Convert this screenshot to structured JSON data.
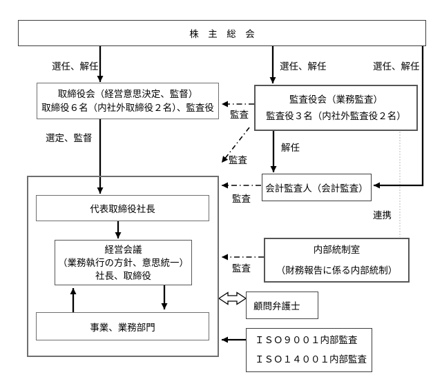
{
  "boxes": {
    "shareholders": {
      "label": "株　主　総　会"
    },
    "board": {
      "lines": [
        "取締役会（経営意思決定、監督）",
        "取締役６名（内社外取締役２名）、監査役"
      ]
    },
    "audit_board": {
      "lines": [
        "監査役会（業務監査）",
        "監査役３名（内社外監査役２名）"
      ]
    },
    "accounting_auditor": {
      "label": "会計監査人（会計監査）"
    },
    "president": {
      "label": "代表取締役社長"
    },
    "management_meeting": {
      "lines": [
        "経営会議",
        "（業務執行の方針、意思統一）",
        "社長、取締役"
      ]
    },
    "business_divisions": {
      "label": "事業、業務部門"
    },
    "internal_control": {
      "lines": [
        "内部統制室",
        "（財務報告に係る内部統制）"
      ]
    },
    "lawyer": {
      "label": "顧問弁護士"
    },
    "iso": {
      "lines": [
        "ＩＳＯ９００１内部監査",
        "ＩＳＯ１４００１内部監査"
      ]
    }
  },
  "labels": {
    "appoint_dismiss_left": "選任、解任",
    "appoint_dismiss_mid": "選任、解任",
    "appoint_dismiss_right": "選任、解任",
    "audit_to_board": "監査",
    "dismiss": "解任",
    "audit_diagonal": "監査",
    "audit_accounting": "監査",
    "cooperation": "連携",
    "select_supervise": "選定、監督",
    "audit_internal": "監査"
  },
  "colors": {
    "line": "#000000",
    "box_border": "#595959",
    "cooperation_line": "#c4c4c4"
  }
}
